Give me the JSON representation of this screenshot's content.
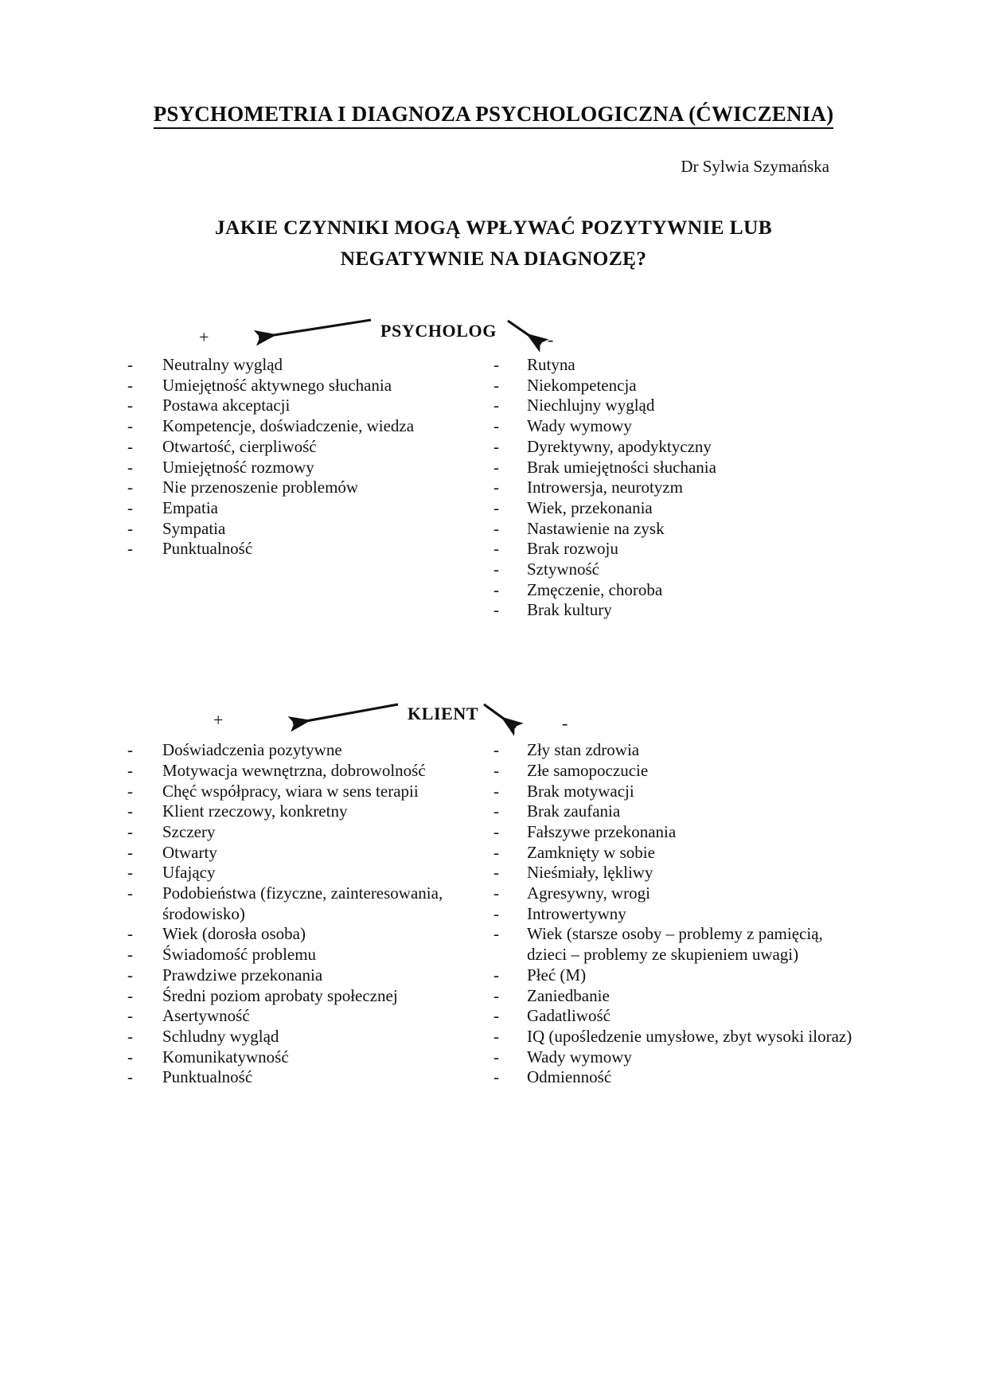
{
  "document": {
    "title": "PSYCHOMETRIA I DIAGNOZA PSYCHOLOGICZNA (ĆWICZENIA)",
    "author": "Dr Sylwia Szymańska",
    "question_line1": "JAKIE CZYNNIKI MOGĄ WPŁYWAĆ POZYTYWNIE LUB",
    "question_line2": "NEGATYWNIE NA DIAGNOZĘ?"
  },
  "markers": {
    "positive": "+",
    "negative": "-",
    "bullet": "-"
  },
  "sections": [
    {
      "label": "PSYCHOLOG",
      "positive_items": [
        "Neutralny wygląd",
        "Umiejętność aktywnego słuchania",
        "Postawa akceptacji",
        "Kompetencje, doświadczenie, wiedza",
        "Otwartość, cierpliwość",
        "Umiejętność rozmowy",
        "Nie przenoszenie problemów",
        "Empatia",
        "Sympatia",
        "Punktualność"
      ],
      "negative_items": [
        "Rutyna",
        "Niekompetencja",
        "Niechlujny wygląd",
        "Wady wymowy",
        "Dyrektywny, apodyktyczny",
        "Brak umiejętności słuchania",
        "Introwersja, neurotyzm",
        "Wiek, przekonania",
        "Nastawienie na zysk",
        "Brak rozwoju",
        "Sztywność",
        "Zmęczenie, choroba",
        "Brak kultury"
      ]
    },
    {
      "label": "KLIENT",
      "positive_items": [
        "Doświadczenia pozytywne",
        "Motywacja wewnętrzna, dobrowolność",
        "Chęć współpracy, wiara w sens terapii",
        "Klient rzeczowy, konkretny",
        "Szczery",
        "Otwarty",
        "Ufający",
        "Podobieństwa (fizyczne, zainteresowania, środowisko)",
        "Wiek (dorosła osoba)",
        "Świadomość problemu",
        "Prawdziwe przekonania",
        "Średni poziom aprobaty społecznej",
        "Asertywność",
        "Schludny wygląd",
        "Komunikatywność",
        "Punktualność"
      ],
      "negative_items": [
        "Zły stan zdrowia",
        "Złe samopoczucie",
        "Brak motywacji",
        "Brak zaufania",
        "Fałszywe przekonania",
        "Zamknięty w sobie",
        "Nieśmiały, lękliwy",
        "Agresywny, wrogi",
        "Introwertywny",
        "Wiek (starsze osoby – problemy z pamięcią, dzieci – problemy ze skupieniem uwagi)",
        "Płeć (M)",
        "Zaniedbanie",
        "Gadatliwość",
        "IQ (upośledzenie umysłowe, zbyt wysoki iloraz)",
        "Wady wymowy",
        "Odmienność"
      ]
    }
  ]
}
